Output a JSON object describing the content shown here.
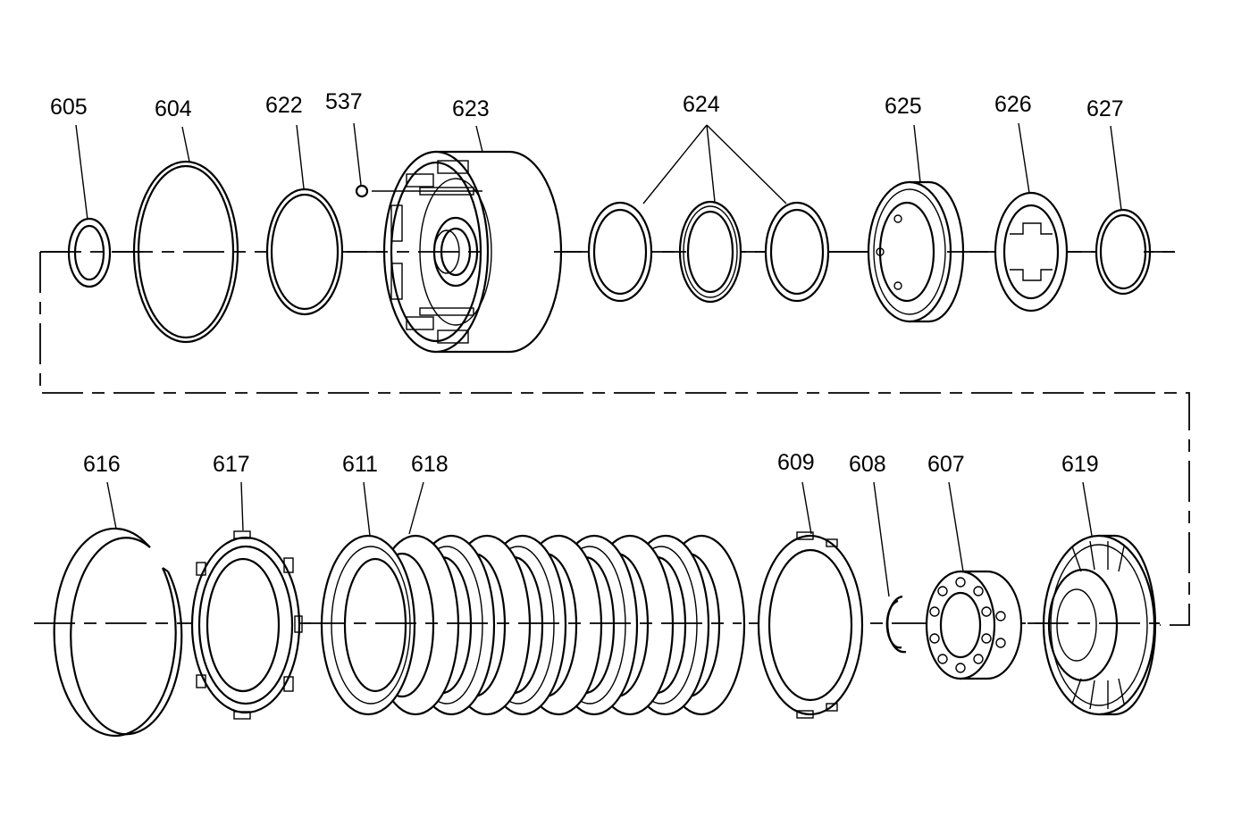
{
  "diagram": {
    "top_row_labels": [
      "605",
      "604",
      "622",
      "537",
      "623",
      "624",
      "625",
      "626",
      "627"
    ],
    "bottom_row_labels": [
      "616",
      "617",
      "611",
      "618",
      "609",
      "608",
      "607",
      "619"
    ]
  }
}
